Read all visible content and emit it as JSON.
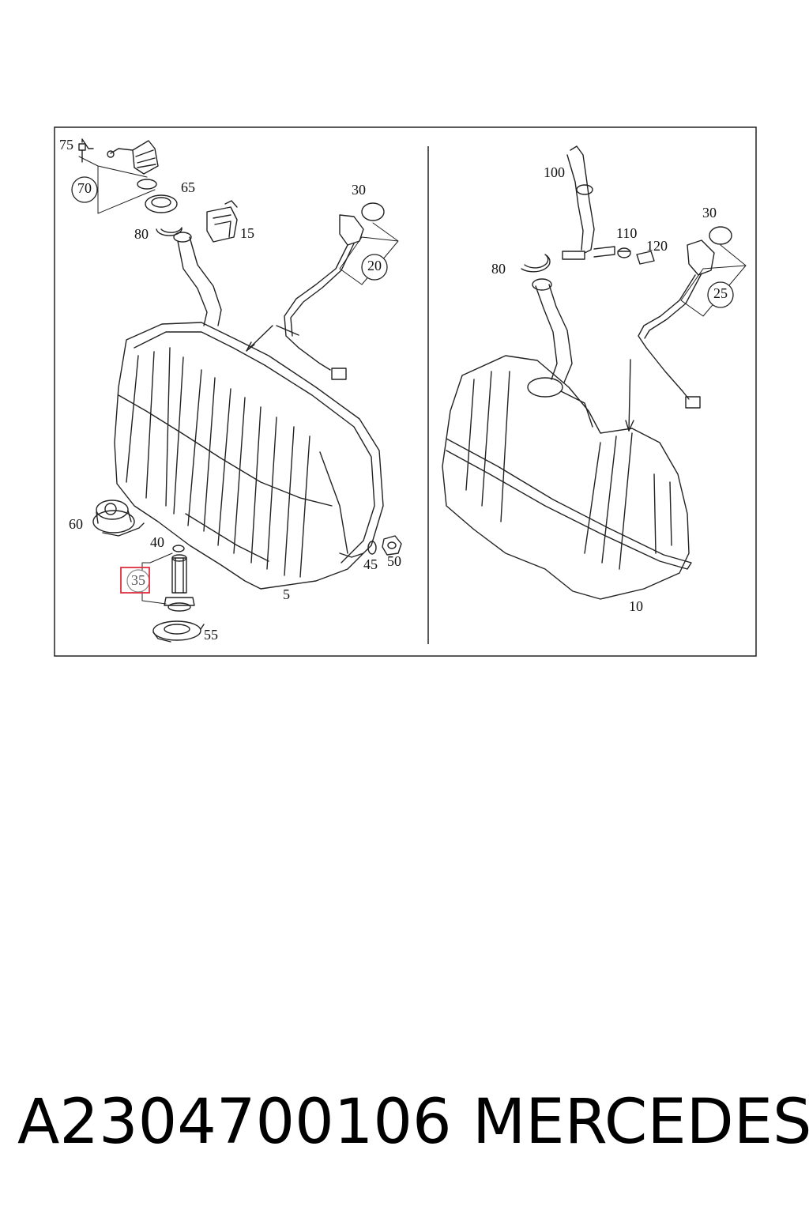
{
  "callouts": {
    "c75": "75",
    "c70": "70",
    "c65": "65",
    "c80a": "80",
    "c15": "15",
    "c30a": "30",
    "c20": "20",
    "c60": "60",
    "c40": "40",
    "c35": "35",
    "c45": "45",
    "c50": "50",
    "c5": "5",
    "c55": "55",
    "c100": "100",
    "c110": "110",
    "c120": "120",
    "c80b": "80",
    "c30b": "30",
    "c25": "25",
    "c10": "10"
  },
  "highlight_color": "#e03040",
  "footer": {
    "part_number": "A2304700106",
    "brand": "MERCEDES"
  }
}
